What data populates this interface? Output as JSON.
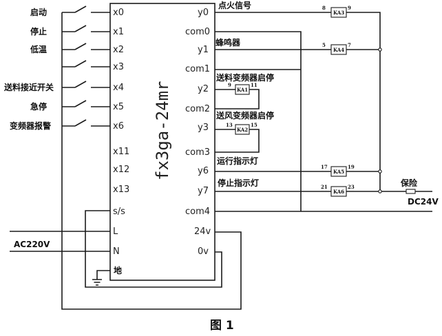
{
  "plc": {
    "model": "fx3ga-24mr"
  },
  "inputs": [
    {
      "label": "启动",
      "terminal": "x0"
    },
    {
      "label": "停止",
      "terminal": "x1"
    },
    {
      "label": "低温",
      "terminal": "x2"
    },
    {
      "label": "",
      "terminal": "x3"
    },
    {
      "label": "送料接近开关",
      "terminal": "x4"
    },
    {
      "label": "急停",
      "terminal": "x5"
    },
    {
      "label": "变频器报警",
      "terminal": "x6"
    }
  ],
  "left_terminals": {
    "x11": "x11",
    "x12": "x12",
    "x13": "x13",
    "ss": "s/s",
    "L": "L",
    "N": "N",
    "ground": "地"
  },
  "right_terminals": {
    "y0": "y0",
    "com0": "com0",
    "y1": "y1",
    "com1": "com1",
    "y2": "y2",
    "com2": "com2",
    "y3": "y3",
    "com3": "com3",
    "y6": "y6",
    "y7": "y7",
    "com4": "com4",
    "v24": "24v",
    "v0": "0v"
  },
  "outputs": {
    "y0_label": "点火信号",
    "y1_label": "蜂鸣器",
    "y2_label": "送料变频器启停",
    "y3_label": "送风变频器启停",
    "y6_label": "运行指示灯",
    "y7_label": "停止指示灯"
  },
  "relays": [
    {
      "name": "KA3",
      "pin_a": "8",
      "pin_b": "9"
    },
    {
      "name": "KA4",
      "pin_a": "5",
      "pin_b": "7"
    },
    {
      "name": "KA1",
      "pin_a": "9",
      "pin_b": "11"
    },
    {
      "name": "KA2",
      "pin_a": "13",
      "pin_b": "15"
    },
    {
      "name": "KA5",
      "pin_a": "17",
      "pin_b": "19"
    },
    {
      "name": "KA6",
      "pin_a": "21",
      "pin_b": "23"
    }
  ],
  "power": {
    "ac": "AC220V",
    "dc": "DC24V",
    "fuse": "保险"
  },
  "caption": "图 1"
}
